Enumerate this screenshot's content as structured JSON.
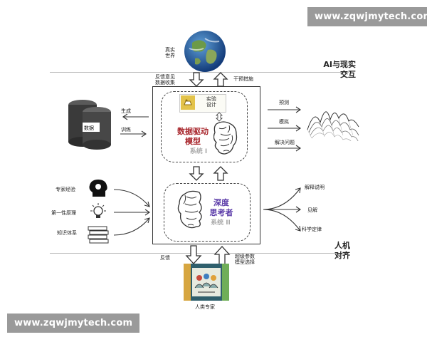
{
  "watermark_top": "www.zqwjmytech.com",
  "watermark_bottom": "www.zqwjmytech.com",
  "earth_label_1": "真实",
  "earth_label_2": "世界",
  "ai_real_line1": "AI与现实",
  "ai_real_line2": "交互",
  "human_line1": "人机",
  "human_line2": "对齐",
  "feedback_top_1": "反馈意见",
  "feedback_top_2": "数据收集",
  "intervene": "干预措施",
  "experiment_1": "实验",
  "experiment_2": "设计",
  "data_driven_1": "数据驱动",
  "data_driven_2": "模型",
  "system_1": "系统 I",
  "deep_thinker_1": "深度",
  "deep_thinker_2": "思考者",
  "system_2": "系统 II",
  "database": "数据",
  "generate": "生成",
  "train": "训练",
  "predict": "预测",
  "simulate": "模拟",
  "solve": "解决问题",
  "expert_experience": "专家经验",
  "first_principles": "第一性原理",
  "knowledge_system": "知识体系",
  "explain": "解释说明",
  "insight": "见解",
  "science_law": "科学定律",
  "feedback_bottom": "反馈",
  "hyper_1": "超级参数",
  "hyper_2": "模型选择",
  "human_expert": "人类专家"
}
